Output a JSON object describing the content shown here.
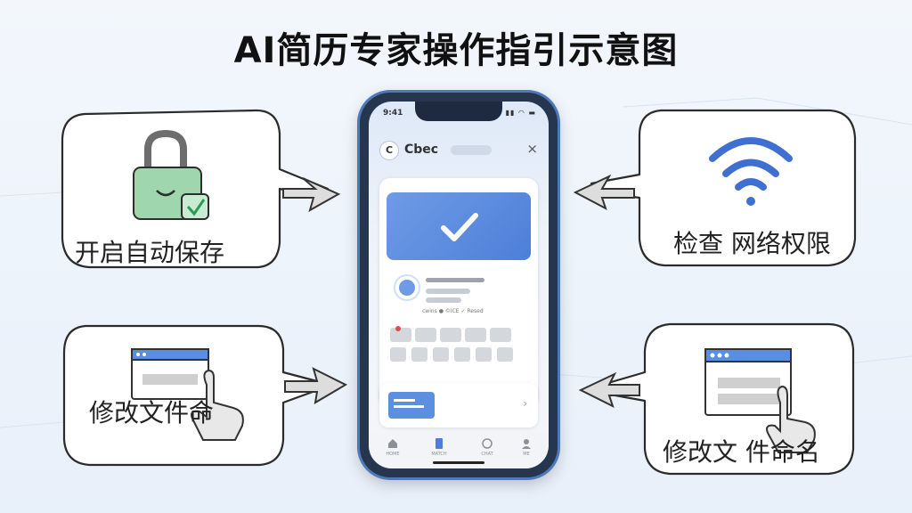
{
  "title": "AI简历专家操作指引示意图",
  "bubbles": {
    "top_left": {
      "label": "开启自动保存",
      "icon": "lock-icon"
    },
    "top_right": {
      "label": "检查 网络权限",
      "icon": "wifi-icon"
    },
    "bottom_left": {
      "label": "修改文件命",
      "icon": "window-pointer-icon"
    },
    "bottom_right": {
      "label": "修改文  件命名",
      "icon": "window-pointer-icon"
    }
  },
  "phone": {
    "status_time": "9:41",
    "status_icons": "▮▮ ◠ ▬",
    "app_logo": "C",
    "app_name": "Cbec",
    "close_icon": "×",
    "meta_text": "cwins ● ©ICE ✓  Resed",
    "tabs": [
      "HOME",
      "MATCH",
      "CHAT",
      "ME"
    ]
  },
  "colors": {
    "accent": "#5b8ee0",
    "phone_frame": "#26364f",
    "check_green": "#8fd3a2",
    "wifi_blue": "#3f6fd1"
  }
}
